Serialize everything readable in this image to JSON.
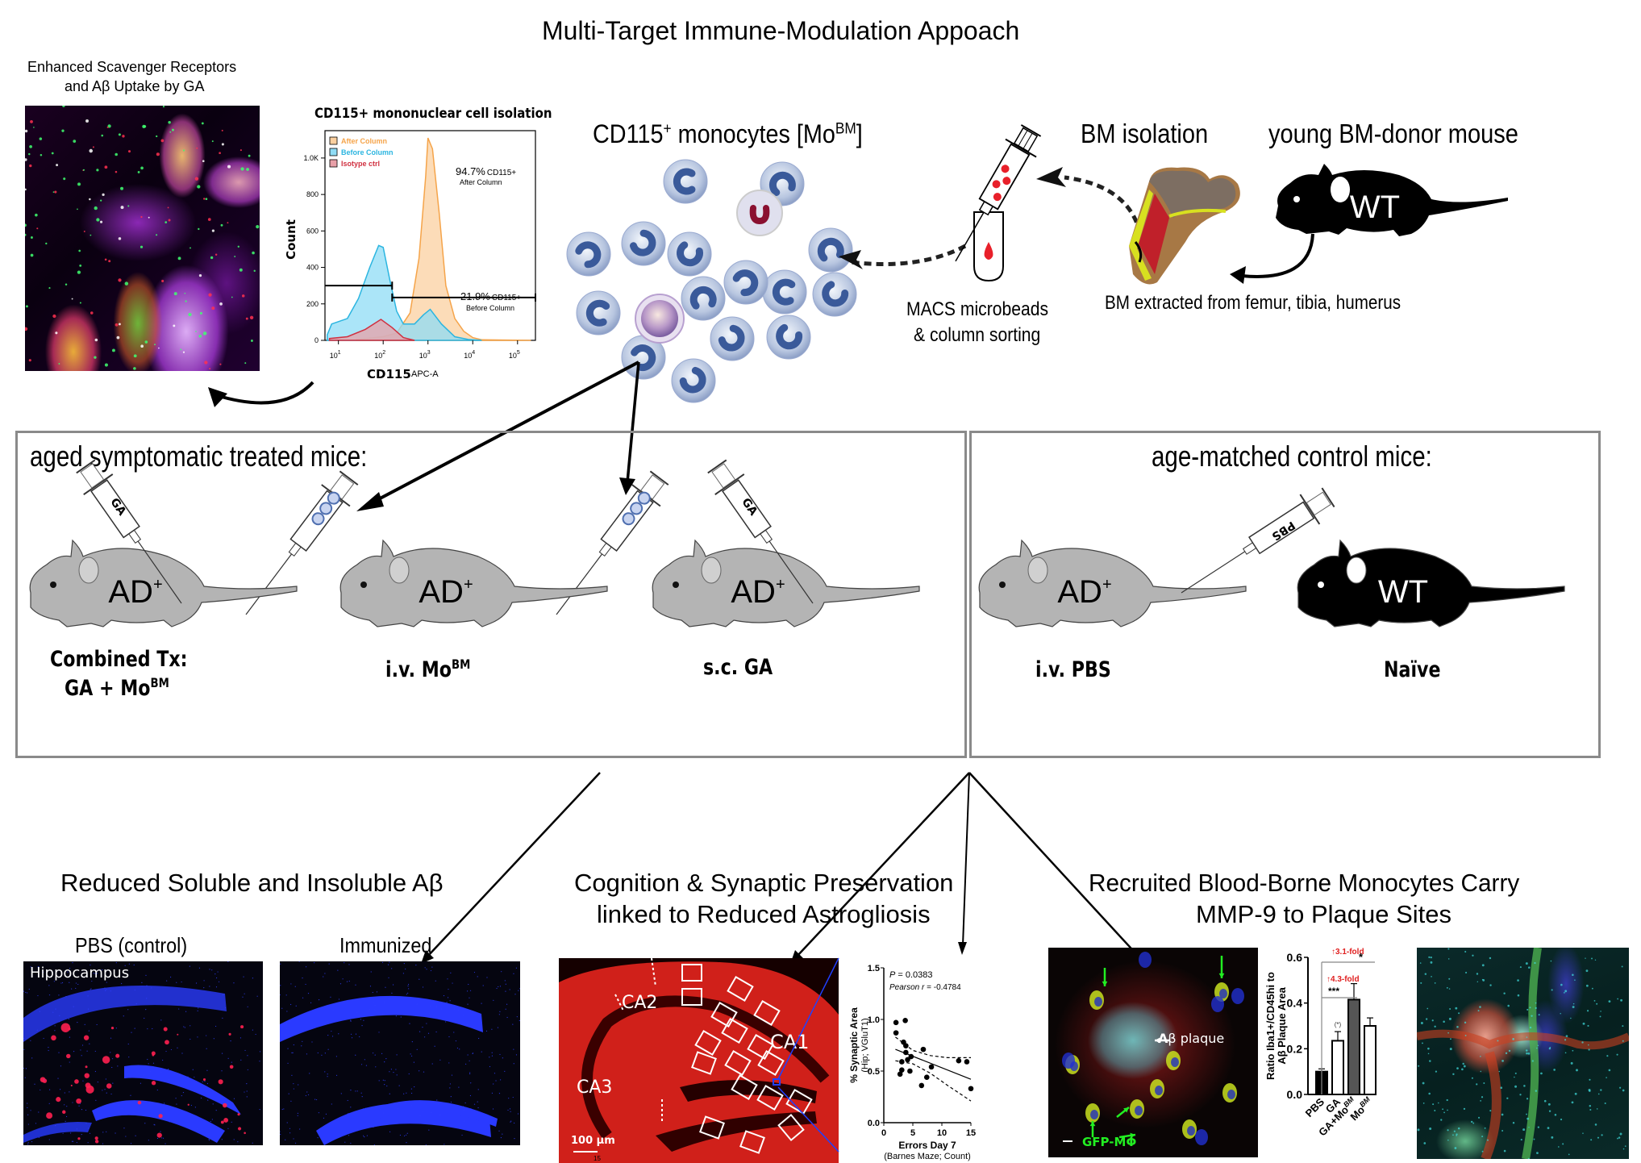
{
  "title": "Multi-Target Immune-Modulation Appoach",
  "top": {
    "scavenger_caption_line1": "Enhanced Scavenger Receptors",
    "scavenger_caption_line2": "and Aβ Uptake by GA",
    "monocytes_title_prefix": "CD115",
    "monocytes_title_sup": "+",
    "monocytes_title_mid": " monocytes [Mo",
    "monocytes_title_sup2": "BM",
    "monocytes_title_end": "]",
    "bm_isolation": "BM isolation",
    "donor_mouse": "young BM-donor mouse",
    "donor_mouse_label": "WT",
    "macs_line1": "MACS microbeads",
    "macs_line2": "& column sorting",
    "bm_extracted": "BM extracted from femur, tibia, humerus"
  },
  "flow_chart": {
    "chart_data": {
      "type": "area",
      "title": "CD115+ mononuclear cell isolation",
      "xlabel": "CD115",
      "xlabel_suffix": "APC-A",
      "ylabel": "Count",
      "x_scale": "log10",
      "x_ticks": [
        "10^1",
        "10^2",
        "10^3",
        "10^4",
        "10^5"
      ],
      "y_ticks": [
        "0",
        "200",
        "400",
        "600",
        "800",
        "1.0K"
      ],
      "ylim": [
        0,
        1150
      ],
      "legend_position": "top-left",
      "series": [
        {
          "name": "After Column",
          "color": "#f5a44a",
          "fill": "#fbd0a0",
          "x_log": [
            1.4,
            2.0,
            2.3,
            2.6,
            2.8,
            2.95,
            3.0,
            3.1,
            3.25,
            3.4,
            3.6,
            3.8,
            4.0,
            4.2,
            5.3
          ],
          "y": [
            5,
            20,
            40,
            150,
            450,
            900,
            1110,
            1050,
            700,
            300,
            120,
            50,
            15,
            3,
            0
          ]
        },
        {
          "name": "Before Column",
          "color": "#2bb5e0",
          "fill": "#8fdcf5",
          "x_log": [
            0.75,
            0.85,
            1.2,
            1.45,
            1.7,
            1.9,
            2.0,
            2.15,
            2.3,
            2.45,
            2.7,
            2.9,
            3.05,
            3.3,
            3.6,
            3.9,
            4.2
          ],
          "y": [
            30,
            90,
            120,
            230,
            400,
            520,
            510,
            330,
            160,
            90,
            90,
            140,
            170,
            90,
            20,
            5,
            0
          ]
        },
        {
          "name": "Isotype ctrl",
          "color": "#d03040",
          "fill": "#e8a0a8",
          "x_log": [
            0.8,
            1.2,
            1.6,
            1.95,
            2.2,
            2.45,
            2.7
          ],
          "y": [
            10,
            20,
            60,
            115,
            70,
            15,
            0
          ]
        }
      ],
      "gates": [
        {
          "label_pct": "94.7%",
          "label_text": "CD115+",
          "label_sub": "After Column"
        },
        {
          "label_pct": "21.9%",
          "label_text": "CD115+",
          "label_sub": "Before Column"
        }
      ]
    }
  },
  "treated_box": {
    "title": "aged symptomatic treated mice:",
    "mouse_label": "AD",
    "mouse_label_sup": "+",
    "syringe_label": "GA",
    "groups": [
      {
        "line1": "Combined Tx:",
        "line2_prefix": "GA + Mo",
        "line2_sup": "BM"
      },
      {
        "line1_prefix": "i.v. Mo",
        "line1_sup": "BM"
      },
      {
        "line1": "s.c. GA"
      }
    ]
  },
  "control_box": {
    "title": "age-matched control mice:",
    "mouse1_label": "AD",
    "mouse1_label_sup": "+",
    "mouse2_label": "WT",
    "syringe_label": "PBS",
    "groups": [
      {
        "line1": "i.v. PBS"
      },
      {
        "line1": "Naïve"
      }
    ]
  },
  "outcomes": {
    "abeta": {
      "title": "Reduced Soluble and Insoluble Aβ",
      "panel1_label": "PBS (control)",
      "panel1_overlay": "Hippocampus",
      "panel2_label": "Immunized"
    },
    "cognition": {
      "title_line1": "Cognition & Synaptic Preservation",
      "title_line2": "linked to Reduced Astrogliosis",
      "regions": [
        "CA1",
        "CA2",
        "CA3"
      ],
      "scale_bar": "100 µm",
      "partial_label": "15"
    },
    "monocytes": {
      "title_line1": "Recruited Blood-Borne Monocytes Carry",
      "title_line2": "MMP-9 to Plaque Sites",
      "plaque_label_prefix": "A",
      "plaque_label_rest": "β plaque",
      "gfp_label": "GFP-MΦ"
    }
  },
  "scatter_chart": {
    "chart_data": {
      "type": "scatter",
      "xlabel": "Errors Day 7",
      "xlabel_sub": "(Barnes Maze; Count)",
      "ylabel": "% Synaptic Area",
      "ylabel_sub": "(Hip; VGluT1)",
      "xlim": [
        0,
        15
      ],
      "ylim": [
        0,
        1.5
      ],
      "x_ticks": [
        "0",
        "5",
        "10",
        "15"
      ],
      "y_ticks": [
        "0.0",
        "0.5",
        "1.0",
        "1.5"
      ],
      "annotation_p_label": "P",
      "annotation_p_value": " = 0.0383",
      "annotation_r_label": "Pearson r",
      "annotation_r_value": " = -0.4784",
      "x": [
        2.1,
        3.7,
        2.1,
        3.4,
        3.8,
        3.8,
        4.1,
        4.7,
        3.1,
        6.8,
        3.1,
        2.8,
        4.5,
        8.2,
        7.4,
        6.5,
        12.9,
        14.3,
        15.0
      ],
      "y": [
        0.97,
        0.99,
        0.87,
        0.78,
        0.745,
        0.68,
        0.61,
        0.64,
        0.59,
        0.71,
        0.51,
        0.47,
        0.5,
        0.54,
        0.44,
        0.36,
        0.6,
        0.59,
        0.33
      ],
      "fit": {
        "x": [
          2,
          15
        ],
        "y": [
          0.71,
          0.42
        ]
      },
      "ci_upper": {
        "x": [
          2,
          5,
          8,
          11,
          15
        ],
        "y": [
          0.83,
          0.7,
          0.65,
          0.63,
          0.63
        ]
      },
      "ci_lower": {
        "x": [
          2,
          5,
          8,
          11,
          15
        ],
        "y": [
          0.6,
          0.57,
          0.48,
          0.36,
          0.21
        ]
      }
    }
  },
  "bar_chart": {
    "chart_data": {
      "type": "bar",
      "categories": [
        "PBS",
        "GA",
        "GA+Mo^BM",
        "Mo^BM"
      ],
      "category_labels": [
        {
          "main": "PBS",
          "sup": ""
        },
        {
          "main": "GA",
          "sup": ""
        },
        {
          "main": "GA+Mo",
          "sup": "BM"
        },
        {
          "main": "Mo",
          "sup": "BM"
        }
      ],
      "values": [
        0.1,
        0.235,
        0.415,
        0.3
      ],
      "errors": [
        0.012,
        0.04,
        0.07,
        0.035
      ],
      "fills": [
        "#000000",
        "#ffffff",
        "#555555",
        "#ffffff"
      ],
      "ylabel_line1": "Ratio Iba1+/CD45hi to",
      "ylabel_line2": "Aβ Plaque Area",
      "ylim": [
        0,
        0.6
      ],
      "y_ticks": [
        "0.0",
        "0.2",
        "0.4",
        "0.6"
      ],
      "annotations": [
        {
          "text": "↑3.1-fold",
          "color": "#e02020"
        },
        {
          "text": "*",
          "color": "#000000"
        },
        {
          "text": "↑4.3-fold",
          "color": "#e02020"
        },
        {
          "text": "***",
          "color": "#000000"
        },
        {
          "text": "(*)",
          "color": "#333333"
        }
      ]
    }
  }
}
